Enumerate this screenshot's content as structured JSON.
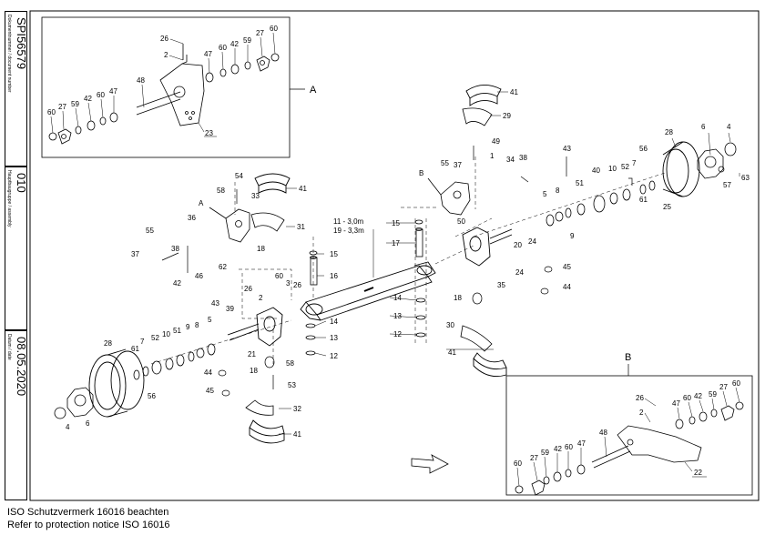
{
  "title_block": {
    "document_number_label": "Dokumentnummer / document number",
    "document_number": "SPI56579",
    "main_group_label": "Hauptbaugruppe / assembly",
    "main_group": "010",
    "date_label": "Datum / date",
    "date": "08.05.2020"
  },
  "notice": {
    "line1": "ISO Schutzvermerk 16016 beachten",
    "line2": "Refer to protection notice ISO 16016"
  },
  "detail_labels": {
    "a": "A",
    "b": "B"
  },
  "axle_lengths": {
    "line1": "11 - 3,0m",
    "line2": "19 - 3,3m"
  },
  "callouts": {
    "a_26": "26",
    "a_2": "2",
    "a_47": "47",
    "a_60a": "60",
    "a_42a": "42",
    "a_59a": "59",
    "a_27a": "27",
    "a_60b": "60",
    "a_48": "48",
    "a_60c": "60",
    "a_27b": "27",
    "a_59b": "59",
    "a_42b": "42",
    "a_60d": "60",
    "a_47b": "47",
    "a_23": "23",
    "m_41a": "41",
    "m_29": "29",
    "m_49": "49",
    "m_1": "1",
    "m_55a": "55",
    "m_37a": "37",
    "m_34": "34",
    "m_38a": "38",
    "m_43a": "43",
    "m_28a": "28",
    "m_6a": "6",
    "m_4a": "4",
    "m_56a": "56",
    "m_7a": "7",
    "m_40": "40",
    "m_10a": "10",
    "m_52a": "52",
    "m_51a": "51",
    "m_8a": "8",
    "m_5a": "5",
    "m_9a": "9",
    "m_61a": "61",
    "m_25": "25",
    "m_57": "57",
    "m_63": "63",
    "m_54": "54",
    "m_41b": "41",
    "m_58a": "58",
    "m_33": "33",
    "m_31": "31",
    "m_36": "36",
    "m_18a": "18",
    "m_62": "62",
    "m_46": "46",
    "m_42": "42",
    "m_55b": "55",
    "m_37b": "37",
    "m_38b": "38",
    "m_15a": "15",
    "m_17": "17",
    "m_15b": "15",
    "m_16": "16",
    "m_14a": "14",
    "m_13a": "13",
    "m_12a": "12",
    "m_14b": "14",
    "m_13b": "13",
    "m_12b": "12",
    "m_50": "50",
    "m_20": "20",
    "m_24a": "24",
    "m_24b": "24",
    "m_35": "35",
    "m_18b": "18",
    "m_45a": "45",
    "m_44a": "44",
    "m_30": "30",
    "m_41c": "41",
    "m_60": "60",
    "m_3": "3",
    "m_26": "26",
    "m_2": "2",
    "m_43b": "43",
    "m_39": "39",
    "m_5b": "5",
    "m_8b": "8",
    "m_9b": "9",
    "m_51b": "51",
    "m_10b": "10",
    "m_52b": "52",
    "m_7b": "7",
    "m_61b": "61",
    "m_28b": "28",
    "m_56b": "56",
    "m_4b": "4",
    "m_6b": "6",
    "m_21": "21",
    "m_18c": "18",
    "m_44b": "44",
    "m_45b": "45",
    "m_53": "53",
    "m_58b": "58",
    "m_32": "32",
    "m_41d": "41",
    "b_26": "26",
    "b_2": "2",
    "b_47": "47",
    "b_60a": "60",
    "b_42a": "42",
    "b_59a": "59",
    "b_27a": "27",
    "b_60b": "60",
    "b_48": "48",
    "b_60c": "60",
    "b_27b": "27",
    "b_59b": "59",
    "b_42b": "42",
    "b_60d": "60",
    "b_47b": "47",
    "b_22": "22"
  }
}
